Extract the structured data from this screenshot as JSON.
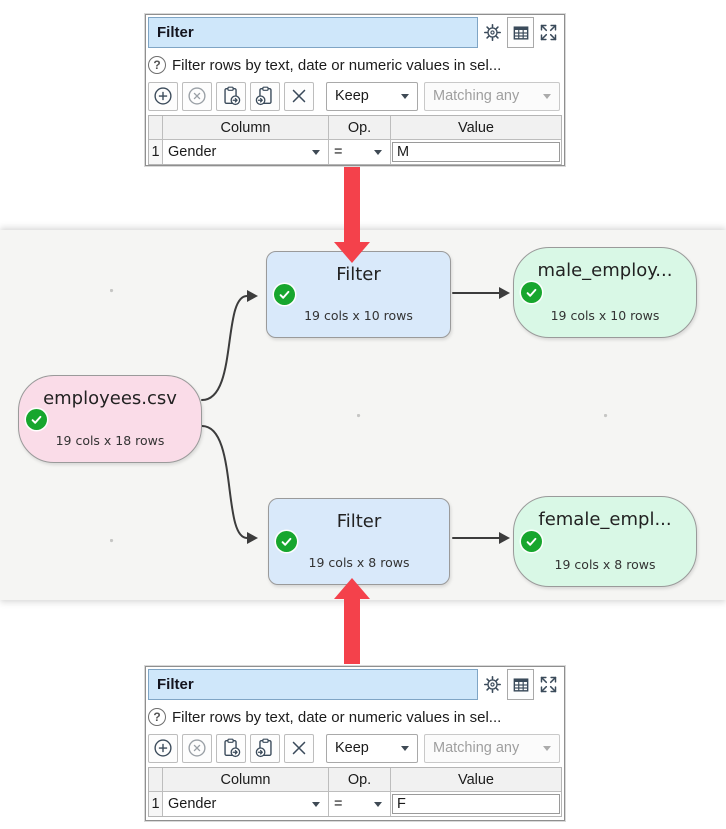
{
  "colors": {
    "canvas_bg": "#f5f5f3",
    "input_node_fill": "#fadce8",
    "transform_node_fill": "#d9e9fa",
    "output_node_fill": "#d9f8e6",
    "node_border": "#9a9a9a",
    "status_ok_green": "#17a62e",
    "callout_arrow_red": "#f4414b",
    "panel_titlebar_blue": "#cfe7fa",
    "connector_gray": "#3c3c3c"
  },
  "canvas": {
    "nodes": [
      {
        "id": "employees-csv",
        "type": "input",
        "title": "employees.csv",
        "subtitle": "19 cols x 18 rows",
        "status_icon": "check-icon"
      },
      {
        "id": "filter-male",
        "type": "transform",
        "title": "Filter",
        "subtitle": "19 cols x 10 rows",
        "status_icon": "check-icon"
      },
      {
        "id": "male-output",
        "type": "output",
        "title": "male_employ...",
        "subtitle": "19 cols x 10 rows",
        "status_icon": "check-icon"
      },
      {
        "id": "filter-female",
        "type": "transform",
        "title": "Filter",
        "subtitle": "19 cols x 8 rows",
        "status_icon": "check-icon"
      },
      {
        "id": "female-output",
        "type": "output",
        "title": "female_empl...",
        "subtitle": "19 cols x 8 rows",
        "status_icon": "check-icon"
      }
    ]
  },
  "panels": {
    "top": {
      "title": "Filter",
      "titlebar_icons": [
        "gear-icon",
        "table-icon",
        "expand-icon"
      ],
      "help_icon": "help-circle-icon",
      "help_text": "Filter rows by text, date or numeric values in sel...",
      "toolbar": {
        "icons": [
          "add-circle-icon",
          "remove-circle-icon",
          "copy-rules-icon",
          "paste-rules-icon",
          "clear-icon"
        ],
        "keep_value": "Keep",
        "matching_value": "Matching any"
      },
      "table": {
        "headers": [
          "Column",
          "Op.",
          "Value"
        ],
        "rows": [
          {
            "num": "1",
            "column": "Gender",
            "op": "=",
            "value": "M"
          }
        ]
      }
    },
    "bottom": {
      "title": "Filter",
      "titlebar_icons": [
        "gear-icon",
        "table-icon",
        "expand-icon"
      ],
      "help_icon": "help-circle-icon",
      "help_text": "Filter rows by text, date or numeric values in sel...",
      "toolbar": {
        "icons": [
          "add-circle-icon",
          "remove-circle-icon",
          "copy-rules-icon",
          "paste-rules-icon",
          "clear-icon"
        ],
        "keep_value": "Keep",
        "matching_value": "Matching any"
      },
      "table": {
        "headers": [
          "Column",
          "Op.",
          "Value"
        ],
        "rows": [
          {
            "num": "1",
            "column": "Gender",
            "op": "=",
            "value": "F"
          }
        ]
      }
    }
  }
}
